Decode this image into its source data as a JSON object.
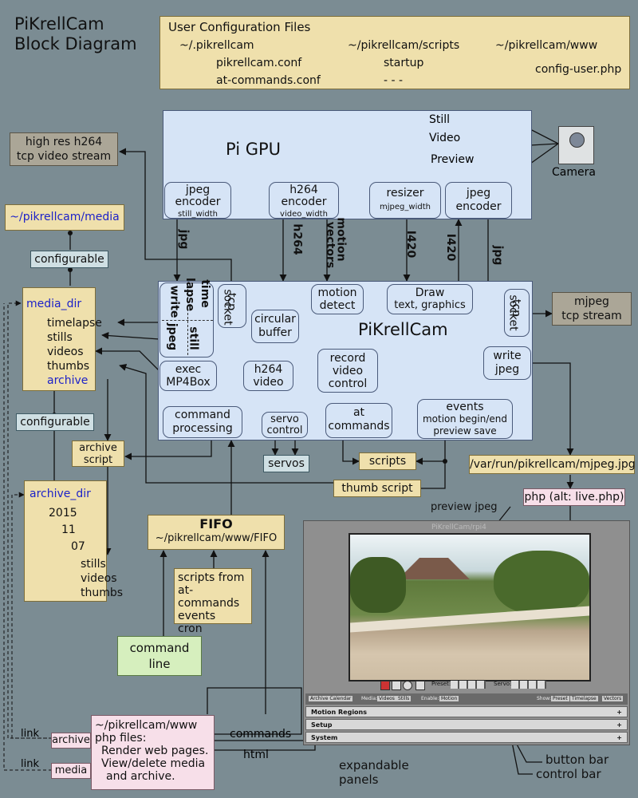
{
  "title": {
    "line1": "PiKrellCam",
    "line2": "Block Diagram"
  },
  "user_config": {
    "heading": "User Configuration Files",
    "col1": {
      "root": "~/.pikrellcam",
      "items": [
        "pikrellcam.conf",
        "at-commands.conf"
      ]
    },
    "col2": {
      "root": "~/pikrellcam/scripts",
      "items": [
        "startup",
        "- - -"
      ]
    },
    "col3": {
      "root": "~/pikrellcam/www",
      "items": [
        "config-user.php"
      ]
    }
  },
  "gpu": {
    "title": "Pi GPU",
    "signals": {
      "still": "Still",
      "video": "Video",
      "preview": "Preview"
    },
    "jpeg_encoder": {
      "l1": "jpeg",
      "l2": "encoder",
      "l3": "still_width"
    },
    "h264_encoder": {
      "l1": "h264",
      "l2": "encoder",
      "l3": "video_width"
    },
    "resizer": {
      "l1": "resizer",
      "l2": "mjpeg_width"
    },
    "jpeg_encoder2": {
      "l1": "jpeg",
      "l2": "encoder"
    }
  },
  "camera": {
    "label": "Camera"
  },
  "edges": {
    "jpg1": "jpg",
    "h264": "h264",
    "motion_vectors_1": "motion",
    "motion_vectors_2": "vectors",
    "i420_a": "I420",
    "i420_b": "I420",
    "jpg2": "jpg",
    "commands": "commands",
    "html": "html",
    "link1": "link",
    "link2": "link"
  },
  "high_res": {
    "l1": "high res h264",
    "l2": "tcp video stream"
  },
  "media_root": "~/pikrellcam/media",
  "configurable": "configurable",
  "media_dir": {
    "root": "media_dir",
    "items": [
      "timelapse",
      "stills",
      "videos",
      "thumbs",
      "archive"
    ]
  },
  "pikrellcam": {
    "title": "PiKrellCam",
    "time_lapse": {
      "time": "time",
      "lapse": "lapse",
      "still": "still",
      "write": "write",
      "jpeg": "jpeg"
    },
    "tcp_socket_left": {
      "l1": "tcp",
      "l2": "socket"
    },
    "motion_detect": {
      "l1": "motion",
      "l2": "detect"
    },
    "draw": {
      "l1": "Draw",
      "l2": "text, graphics"
    },
    "tcp_socket_right": {
      "l1": "tcp",
      "l2": "socket"
    },
    "circular_buffer": {
      "l1": "circular",
      "l2": "buffer"
    },
    "record": {
      "l1": "record",
      "l2": "video",
      "l3": "control"
    },
    "write_jpeg": {
      "l1": "write",
      "l2": "jpeg"
    },
    "exec": {
      "l1": "exec",
      "l2": "MP4Box"
    },
    "h264_video": {
      "l1": "h264",
      "l2": "video"
    },
    "command": {
      "l1": "command",
      "l2": "processing"
    },
    "servo": {
      "l1": "servo",
      "l2": "control"
    },
    "at_commands": {
      "l1": "at",
      "l2": "commands"
    },
    "events": {
      "l1": "events",
      "l2": "motion begin/end",
      "l3": "preview save"
    }
  },
  "mjpeg_stream": {
    "l1": "mjpeg",
    "l2": "tcp stream"
  },
  "mjpeg_file": "/var/run/pikrellcam/mjpeg.jpg",
  "php": "php  (alt: live.php)",
  "archive_script": {
    "l1": "archive",
    "l2": "script"
  },
  "servos": "servos",
  "scripts": "scripts",
  "thumb_script": "thumb script",
  "archive_dir": {
    "root": "archive_dir",
    "year": "2015",
    "month": "11",
    "day": "07",
    "items": [
      "stills",
      "videos",
      "thumbs"
    ]
  },
  "fifo": {
    "l1": "FIFO",
    "l2": "~/pikrellcam/www/FIFO"
  },
  "scripts_from": [
    "scripts from",
    "at-commands",
    "events",
    "cron"
  ],
  "command_line": {
    "l1": "command",
    "l2": "line"
  },
  "www": {
    "l1": "~/pikrellcam/www",
    "l2": "php files:",
    "l3": "Render web pages.",
    "l4": "View/delete media",
    "l5": "and archive."
  },
  "archive_link": "archive",
  "media_link": "media",
  "screenshot": {
    "preview_label": "preview jpeg",
    "header": "PiKrellCam/rpi4",
    "control": {
      "archive_calendar": "Archive Calendar",
      "media": "Media:",
      "videos": "Videos",
      "stills": "Stills",
      "enable": "Enable:",
      "motion": "Motion",
      "show": "Show:",
      "preset": "Preset",
      "timelapse": "Timelapse",
      "vectors": "Vectors"
    },
    "buttons": {
      "preset": "Preset:",
      "servo": "Servo:"
    },
    "panels": [
      "Motion Regions",
      "Setup",
      "System"
    ]
  },
  "annotations": {
    "expandable_1": "expandable",
    "expandable_2": "panels",
    "button_bar": "button bar",
    "control_bar": "control bar"
  }
}
